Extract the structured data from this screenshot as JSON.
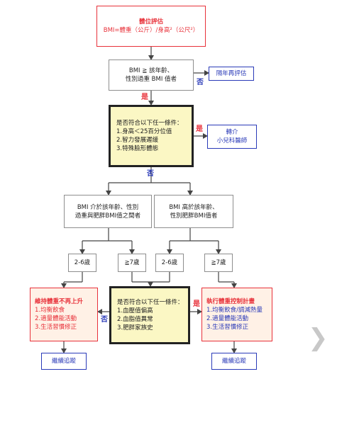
{
  "top_box": {
    "line1": "體位評估",
    "line2": "BMI=體重（公斤）/身高²（公尺²）"
  },
  "q1": {
    "line1": "BMI ≧ 該年齡、",
    "line2": "性別過重 BMI 值者"
  },
  "no1": "否",
  "reassess": "隔年再評估",
  "yes1": "是",
  "q2": {
    "title": "是否符合以下任一條件：",
    "items": [
      "1.身高＜25百分位值",
      "2.智力發展遲緩",
      "3.特殊臉形體態"
    ]
  },
  "yes2": "是",
  "refer": {
    "line1": "轉介",
    "line2": "小兒科醫師"
  },
  "no2": "否",
  "left_group": {
    "line1": "BMI 介於該年齡、性別",
    "line2": "過重與肥胖BMI值之間者"
  },
  "right_group": {
    "line1": "BMI 高於該年齡、",
    "line2": "性別肥胖BMI值者"
  },
  "ages": [
    "2-6歲",
    "≧7歲",
    "2-6歲",
    "≧7歲"
  ],
  "maintain": {
    "title": "維持體重不再上升",
    "items": [
      "1.均衡飲食",
      "2.適量體能活動",
      "3.生活習慣修正"
    ]
  },
  "q3": {
    "title": "是否符合以下任一條件：",
    "items": [
      "1.血壓值偏高",
      "2.血脂值異常",
      "3.肥胖家族史"
    ]
  },
  "no3": "否",
  "yes3": "是",
  "control": {
    "title": "執行體重控制計畫",
    "items": [
      "1.均衡飲食/調減熱量",
      "2.適量體能活動",
      "3.生活習慣修正"
    ]
  },
  "follow_left": "繼續追蹤",
  "follow_right": "繼續追蹤",
  "next_icon": "chevron-right-icon"
}
